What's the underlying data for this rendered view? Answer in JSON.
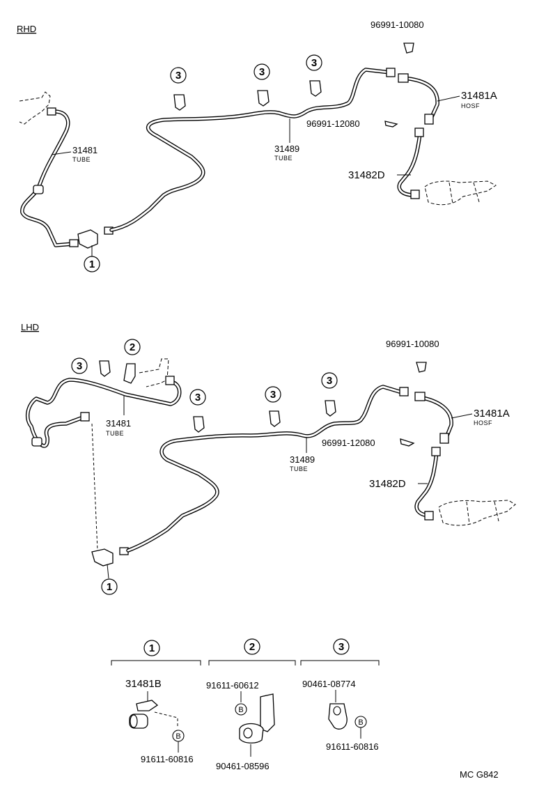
{
  "sections": {
    "rhd": "RHD",
    "lhd": "LHD"
  },
  "rhd": {
    "clip_top": "96991-10080",
    "hose_pn": "31481A",
    "hose_desc": "HOSF",
    "clip_mid": "96991-12080",
    "tube_main_pn": "31489",
    "tube_main_desc": "TUBE",
    "tube_left_pn": "31481",
    "tube_left_desc": "TUBE",
    "tube_right_pn": "31482D",
    "callout_3": "3",
    "callout_1": "1"
  },
  "lhd": {
    "clip_top": "96991-10080",
    "hose_pn": "31481A",
    "hose_desc": "HOSF",
    "clip_mid": "96991-12080",
    "tube_main_pn": "31489",
    "tube_main_desc": "TUBE",
    "tube_left_pn": "31481",
    "tube_left_desc": "TUBE",
    "tube_right_pn": "31482D",
    "callout_3": "3",
    "callout_2": "2",
    "callout_1": "1"
  },
  "legend": {
    "group1": {
      "num": "1",
      "part": "31481B",
      "bolt": "91611-60816",
      "bolt_marker": "B"
    },
    "group2": {
      "num": "2",
      "bolt": "91611-60612",
      "bolt_marker": "B",
      "clamp": "90461-08596"
    },
    "group3": {
      "num": "3",
      "clamp": "90461-08774",
      "bolt_marker": "B",
      "bolt": "91611-60816"
    }
  },
  "footer": {
    "code": "MC G842"
  }
}
